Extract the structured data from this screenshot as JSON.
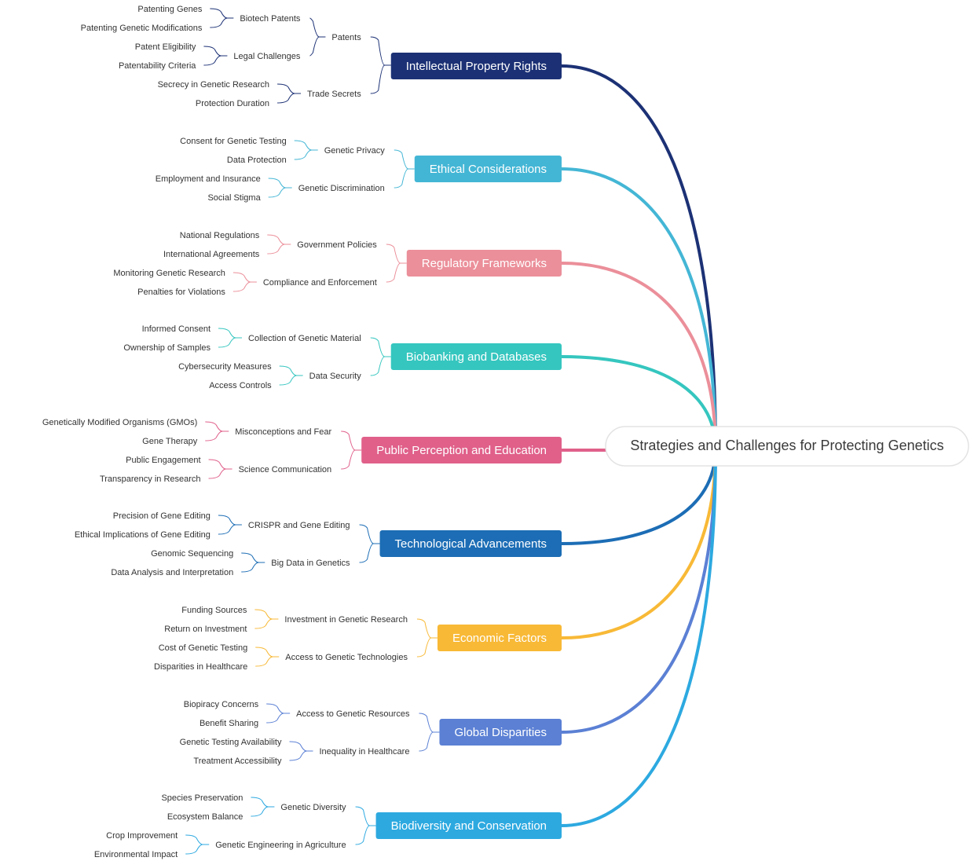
{
  "root": {
    "label": "Strategies and Challenges for Protecting Genetics"
  },
  "branches": [
    {
      "label": "Intellectual Property Rights",
      "color": "#1c3175",
      "children": [
        {
          "label": "Patents",
          "children": [
            {
              "label": "Biotech Patents",
              "children": [
                "Patenting Genes",
                "Patenting Genetic Modifications"
              ]
            },
            {
              "label": "Legal Challenges",
              "children": [
                "Patent Eligibility",
                "Patentability Criteria"
              ]
            }
          ]
        },
        {
          "label": "Trade Secrets",
          "children": [
            "Secrecy in Genetic Research",
            "Protection Duration"
          ]
        }
      ]
    },
    {
      "label": "Ethical Considerations",
      "color": "#44b6d5",
      "children": [
        {
          "label": "Genetic Privacy",
          "children": [
            "Consent for Genetic Testing",
            "Data Protection"
          ]
        },
        {
          "label": "Genetic Discrimination",
          "children": [
            "Employment and Insurance",
            "Social Stigma"
          ]
        }
      ]
    },
    {
      "label": "Regulatory Frameworks",
      "color": "#eb8f9a",
      "children": [
        {
          "label": "Government Policies",
          "children": [
            "National Regulations",
            "International Agreements"
          ]
        },
        {
          "label": "Compliance and Enforcement",
          "children": [
            "Monitoring Genetic Research",
            "Penalties for Violations"
          ]
        }
      ]
    },
    {
      "label": "Biobanking and Databases",
      "color": "#35c6bf",
      "children": [
        {
          "label": "Collection of Genetic Material",
          "children": [
            "Informed Consent",
            "Ownership of Samples"
          ]
        },
        {
          "label": "Data Security",
          "children": [
            "Cybersecurity Measures",
            "Access Controls"
          ]
        }
      ]
    },
    {
      "label": "Public Perception and Education",
      "color": "#e0608a",
      "children": [
        {
          "label": "Misconceptions and Fear",
          "children": [
            "Genetically Modified Organisms (GMOs)",
            "Gene Therapy"
          ]
        },
        {
          "label": "Science Communication",
          "children": [
            "Public Engagement",
            "Transparency in Research"
          ]
        }
      ]
    },
    {
      "label": "Technological Advancements",
      "color": "#1c6db5",
      "children": [
        {
          "label": "CRISPR and Gene Editing",
          "children": [
            "Precision of Gene Editing",
            "Ethical Implications of Gene Editing"
          ]
        },
        {
          "label": "Big Data in Genetics",
          "children": [
            "Genomic Sequencing",
            "Data Analysis and Interpretation"
          ]
        }
      ]
    },
    {
      "label": "Economic Factors",
      "color": "#f8b936",
      "children": [
        {
          "label": "Investment in Genetic Research",
          "children": [
            "Funding Sources",
            "Return on Investment"
          ]
        },
        {
          "label": "Access to Genetic Technologies",
          "children": [
            "Cost of Genetic Testing",
            "Disparities in Healthcare"
          ]
        }
      ]
    },
    {
      "label": "Global Disparities",
      "color": "#5b80d4",
      "children": [
        {
          "label": "Access to Genetic Resources",
          "children": [
            "Biopiracy Concerns",
            "Benefit Sharing"
          ]
        },
        {
          "label": "Inequality in Healthcare",
          "children": [
            "Genetic Testing Availability",
            "Treatment Accessibility"
          ]
        }
      ]
    },
    {
      "label": "Biodiversity and Conservation",
      "color": "#2da9e0",
      "children": [
        {
          "label": "Genetic Diversity",
          "children": [
            "Species Preservation",
            "Ecosystem Balance"
          ]
        },
        {
          "label": "Genetic Engineering in Agriculture",
          "children": [
            "Crop Improvement",
            "Environmental Impact"
          ]
        }
      ]
    }
  ]
}
